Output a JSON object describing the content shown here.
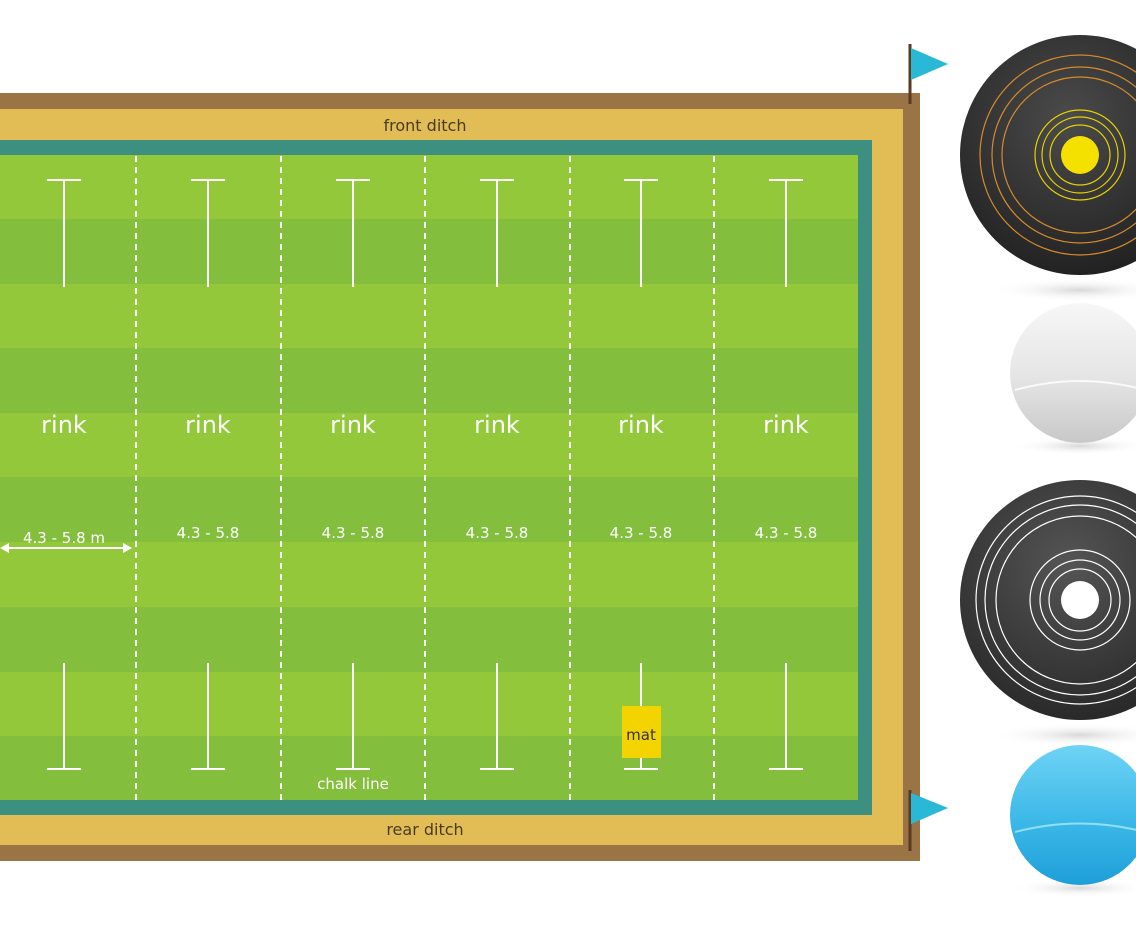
{
  "labels": {
    "front_ditch": "front ditch",
    "rear_ditch": "rear ditch",
    "chalk_line": "chalk line",
    "mat": "mat",
    "width_first": "4.3 - 5.8 m"
  },
  "rinks": [
    {
      "label": "rink",
      "width": "4.3 - 5.8 m"
    },
    {
      "label": "rink",
      "width": "4.3 - 5.8"
    },
    {
      "label": "rink",
      "width": "4.3 - 5.8"
    },
    {
      "label": "rink",
      "width": "4.3 - 5.8"
    },
    {
      "label": "rink",
      "width": "4.3 - 5.8"
    },
    {
      "label": "rink",
      "width": "4.3 - 5.8"
    }
  ],
  "colors": {
    "bank": "#9a7445",
    "ditch": "#e2bd55",
    "surround": "#3d8f80",
    "grass_light": "#93c83a",
    "grass_dark": "#84be3d",
    "flag": "#29b8d6",
    "mat": "#f3d400"
  },
  "bowls": [
    {
      "name": "black-bowl-yellow-rings",
      "color": "#2e2e2e",
      "ring": "#f0d800"
    },
    {
      "name": "white-jack",
      "color": "#e6e6e6"
    },
    {
      "name": "black-bowl-white-rings",
      "color": "#3a3a3a",
      "ring": "#ffffff"
    },
    {
      "name": "blue-jack",
      "color": "#37b6e6"
    }
  ]
}
